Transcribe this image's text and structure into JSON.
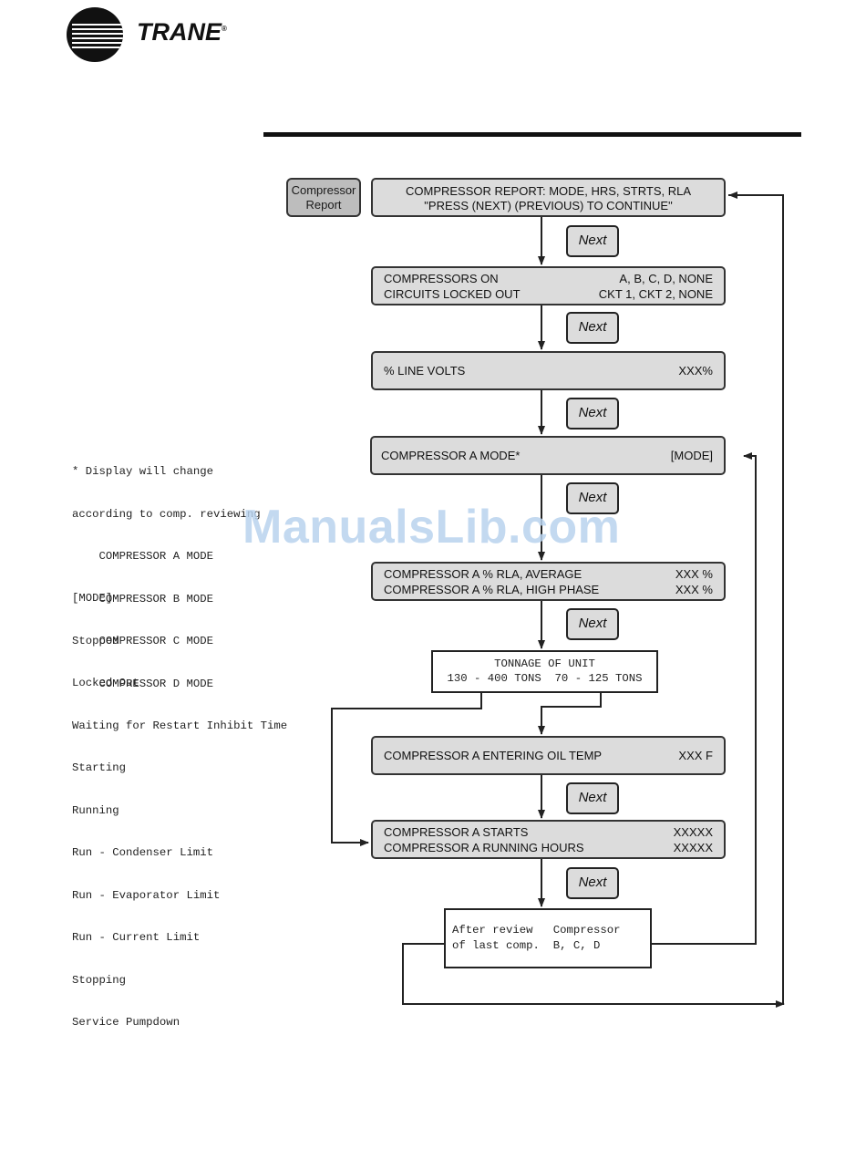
{
  "brand": {
    "name": "TRANE",
    "mark": "®"
  },
  "watermark": "ManualsLib.com",
  "side_button": {
    "line1": "Compressor",
    "line2": "Report"
  },
  "next_label": "Next",
  "screens": {
    "report": {
      "line1": "COMPRESSOR REPORT: MODE, HRS, STRTS, RLA",
      "line2": "\"PRESS (NEXT) (PREVIOUS) TO CONTINUE\""
    },
    "comp_on": {
      "r1_left": "COMPRESSORS ON",
      "r1_right": "A, B, C, D, NONE",
      "r2_left": "CIRCUITS LOCKED OUT",
      "r2_right": "CKT 1, CKT 2, NONE"
    },
    "line_volts": {
      "left": "% LINE VOLTS",
      "right": "XXX%"
    },
    "mode": {
      "left": "COMPRESSOR A MODE*",
      "right": "[MODE]"
    },
    "rla": {
      "r1_left": "COMPRESSOR A % RLA, AVERAGE",
      "r1_right": "XXX %",
      "r2_left": "COMPRESSOR A % RLA, HIGH PHASE",
      "r2_right": "XXX %"
    },
    "oil_temp": {
      "left": "COMPRESSOR A ENTERING OIL TEMP",
      "right": "XXX F"
    },
    "starts": {
      "r1_left": "COMPRESSOR A STARTS",
      "r1_right": "XXXXX",
      "r2_left": "COMPRESSOR A RUNNING HOURS",
      "r2_right": "XXXXX"
    }
  },
  "tonnage": {
    "line1": "TONNAGE OF UNIT",
    "line2": "130 - 400 TONS  70 - 125 TONS"
  },
  "after_review": {
    "line1": "After review   Compressor",
    "line2": "of last comp.  B, C, D"
  },
  "note_display": {
    "lines": [
      "* Display will change",
      "according to comp. reviewing",
      "    COMPRESSOR A MODE",
      "    COMPRESSOR B MODE",
      "    COMPRESSOR C MODE",
      "    COMPRESSOR D MODE"
    ]
  },
  "mode_list": {
    "lines": [
      "[MODE]",
      "Stopped",
      "Locked Out",
      "Waiting for Restart Inhibit Time",
      "Starting",
      "Running",
      "Run - Condenser Limit",
      "Run - Evaporator Limit",
      "Run - Current Limit",
      "Stopping",
      "Service Pumpdown"
    ]
  }
}
